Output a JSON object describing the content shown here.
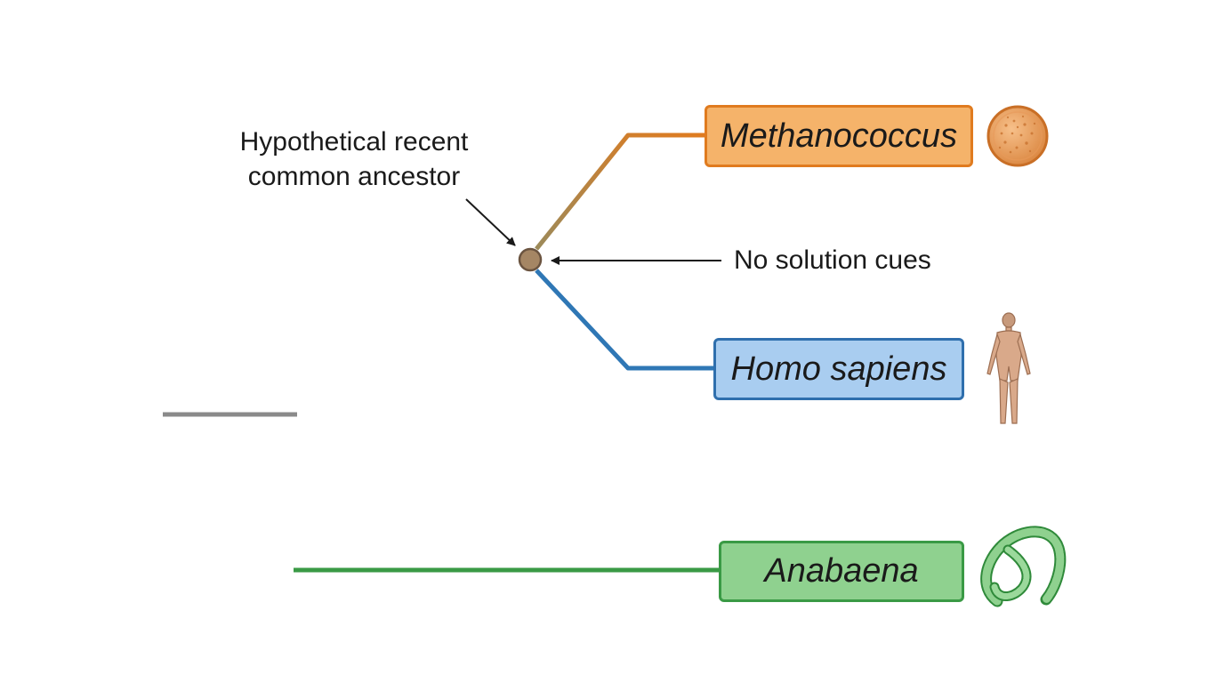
{
  "annotations": {
    "ancestor_line1": "Hypothetical recent",
    "ancestor_line2": "common ancestor",
    "node_cue": "No solution cues"
  },
  "taxa": [
    {
      "id": "methanococcus",
      "label": "Methanococcus",
      "icon": "cell-icon",
      "fill": "#f5b36a",
      "border": "#e07b1f"
    },
    {
      "id": "homo-sapiens",
      "label": "Homo sapiens",
      "icon": "human-figure-icon",
      "fill": "#a9cdf0",
      "border": "#2f6fad"
    },
    {
      "id": "anabaena",
      "label": "Anabaena",
      "icon": "filament-icon",
      "fill": "#8fd18f",
      "border": "#3a9a45"
    }
  ],
  "colors": {
    "root": "#8a8a8a",
    "archaea": "#e07b1f",
    "eukaryote": "#2f77b5",
    "bacteria": "#3a9a45",
    "node": "#a58664"
  }
}
